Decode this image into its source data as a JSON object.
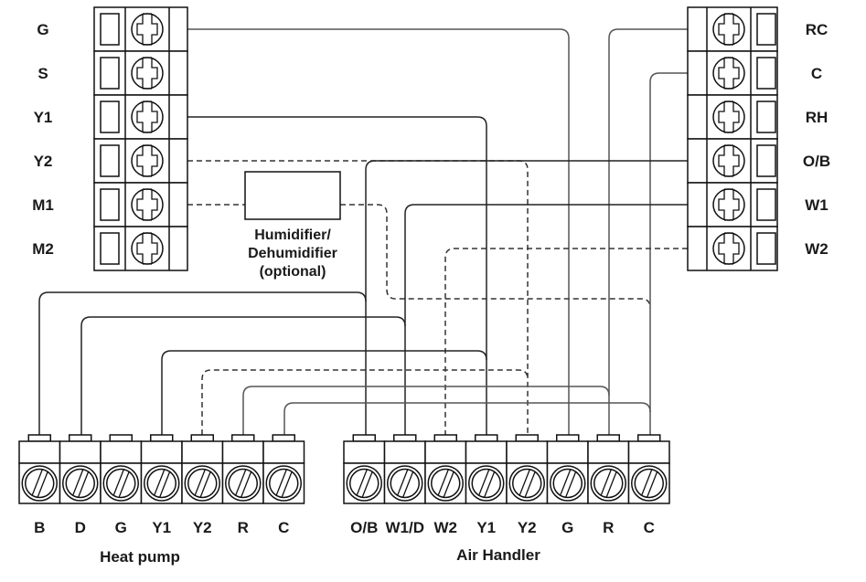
{
  "thermostat_left": {
    "terminals": [
      "G",
      "S",
      "Y1",
      "Y2",
      "M1",
      "M2"
    ]
  },
  "thermostat_right": {
    "terminals": [
      "RC",
      "C",
      "RH",
      "O/B",
      "W1",
      "W2"
    ]
  },
  "accessory": {
    "label_line1": "Humidifier/",
    "label_line2": "Dehumidifier",
    "label_line3": "(optional)"
  },
  "heat_pump": {
    "title": "Heat pump",
    "terminals": [
      "B",
      "D",
      "G",
      "Y1",
      "Y2",
      "R",
      "C"
    ]
  },
  "air_handler": {
    "title": "Air Handler",
    "terminals": [
      "O/B",
      "W1/D",
      "W2",
      "Y1",
      "Y2",
      "G",
      "R",
      "C"
    ]
  },
  "connections": [
    {
      "from": "G",
      "to": "Air Handler G",
      "style": "solid"
    },
    {
      "from": "Y1",
      "to": "Air Handler Y1",
      "style": "solid"
    },
    {
      "from": "Y2",
      "to": "Air Handler Y2",
      "style": "dashed"
    },
    {
      "from": "M1",
      "to": "Humidifier/Dehumidifier",
      "style": "dashed"
    },
    {
      "from": "Humidifier/Dehumidifier",
      "to": "Air Handler C",
      "style": "dashed"
    },
    {
      "from": "RC",
      "to": "Air Handler R",
      "style": "solid"
    },
    {
      "from": "C",
      "to": "Air Handler C",
      "style": "solid"
    },
    {
      "from": "O/B",
      "to": "Air Handler O/B",
      "style": "solid"
    },
    {
      "from": "W1",
      "to": "Air Handler W1/D",
      "style": "solid"
    },
    {
      "from": "W2",
      "to": "Air Handler W2",
      "style": "dashed"
    },
    {
      "from": "Heat pump B",
      "to": "Air Handler O/B",
      "style": "solid"
    },
    {
      "from": "Heat pump D",
      "to": "Air Handler W1/D",
      "style": "solid"
    },
    {
      "from": "Heat pump Y1",
      "to": "Air Handler Y1",
      "style": "solid"
    },
    {
      "from": "Heat pump Y2",
      "to": "Air Handler Y2",
      "style": "dashed"
    },
    {
      "from": "Heat pump R",
      "to": "Air Handler R",
      "style": "solid"
    },
    {
      "from": "Heat pump C",
      "to": "Air Handler C",
      "style": "solid"
    }
  ]
}
